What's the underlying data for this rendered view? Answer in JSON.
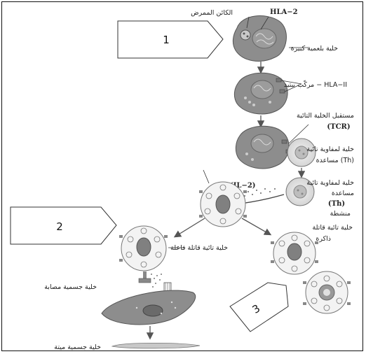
{
  "labels": {
    "pathogen": "الكائن الممرض",
    "hla2_top": "HLA−2",
    "macrophage": "خلية بلعمية كبيرة",
    "complex": "مركّب ببتيد − HLA−II",
    "receptor_line1": "مستقبل الخلية التائية",
    "receptor_line2": "(TCR)",
    "th_line1": "خلية لمفاوية تائية",
    "th_line2": "مساعدة (Th)",
    "th_act_line1": "خلية لمفاوية تائية",
    "th_act_line2": "مساعدة",
    "th_act_line3": "(Th)",
    "th_act_line4": "منشطة",
    "il2": "(IL−2)",
    "killer_active": "خلية تائية قاتلة فاعلة",
    "memory_line1": "خلية تائية قاتلة",
    "memory_line2": "ذاكرة",
    "infected_cell": "خلية جسمية مصابة",
    "dead_cell": "خلية جسمية ميتة"
  },
  "callouts": {
    "c1": "1",
    "c2": "2",
    "c3": "3"
  }
}
